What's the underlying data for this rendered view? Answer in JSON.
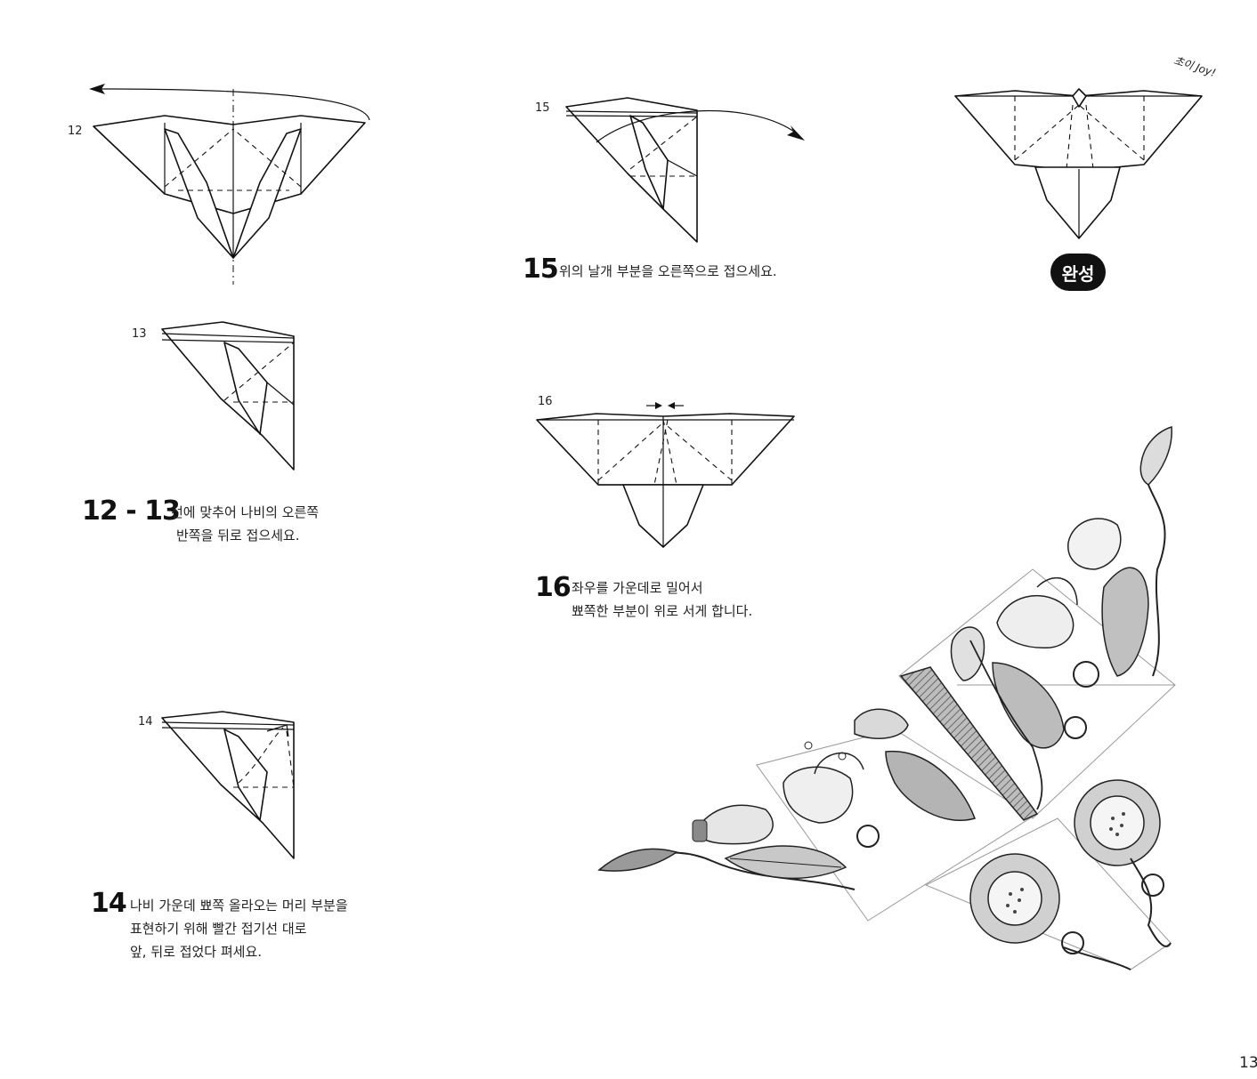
{
  "steps": {
    "s12": {
      "number": "12"
    },
    "s13": {
      "number": "13"
    },
    "s12_13": {
      "label": "12 - 13",
      "lines": [
        "선에 맞추어 나비의 오른쪽",
        "반쪽을 뒤로 접으세요."
      ]
    },
    "s14": {
      "number": "14",
      "label": "14",
      "lines": [
        "나비 가운데 뾰쪽 올라오는 머리 부분을",
        "표현하기 위해 빨간 접기선 대로",
        "앞, 뒤로 접었다 펴세요."
      ]
    },
    "s15": {
      "number": "15",
      "label": "15",
      "lines": [
        "위의 날개 부분을 오른쪽으로 접으세요."
      ]
    },
    "s16": {
      "number": "16",
      "label": "16",
      "lines": [
        "좌우를 가운데로 밀어서",
        "뾰쪽한 부분이 위로 서게 합니다."
      ]
    }
  },
  "finished": {
    "badge": "완성",
    "handwriting": "초이 Joy!"
  },
  "page_number": "13"
}
